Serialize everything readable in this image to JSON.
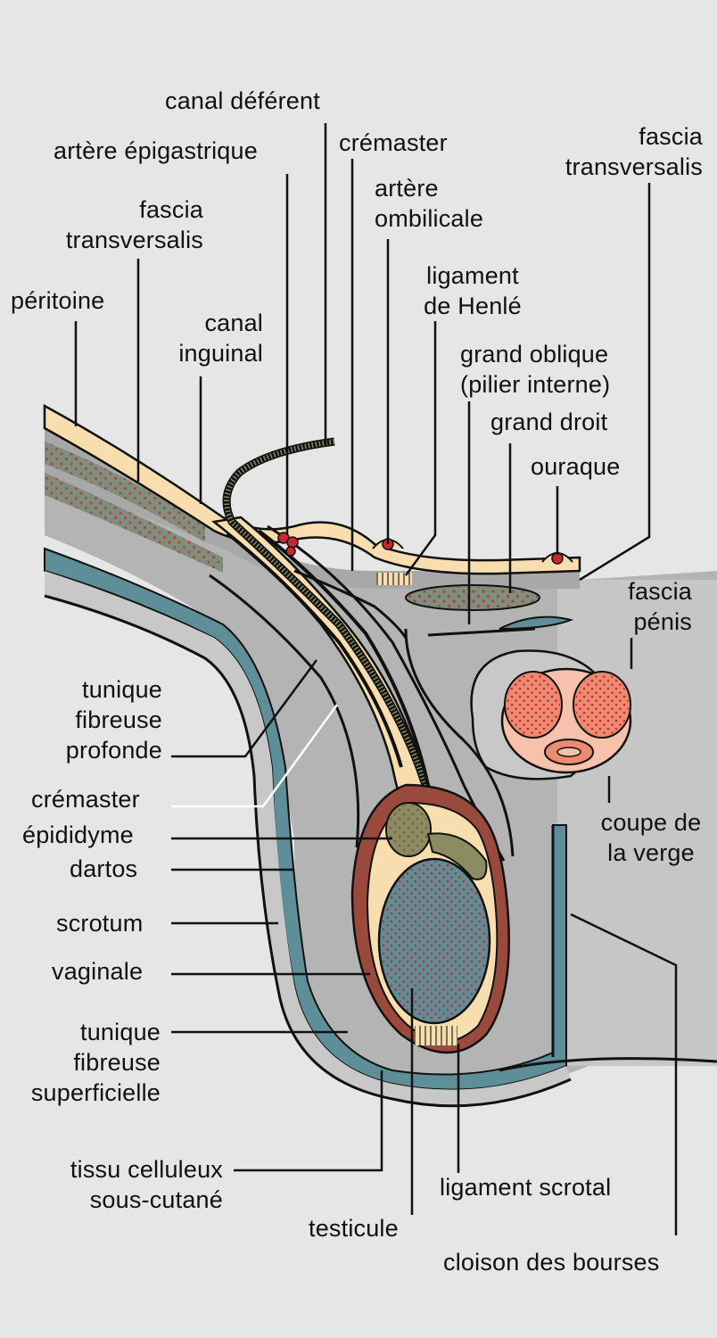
{
  "labels": {
    "canal_deferent": "canal déférent",
    "artere_epigastrique": "artère épigastrique",
    "cremaster_top": "crémaster",
    "fascia_transversalis_left": [
      "fascia",
      "transversalis"
    ],
    "fascia_transversalis_right": [
      "fascia",
      "transversalis"
    ],
    "artere_ombilicale": [
      "artère",
      "ombilicale"
    ],
    "ligament_henle": [
      "ligament",
      "de Henlé"
    ],
    "peritoine": "péritoine",
    "canal_inguinal": [
      "canal",
      "inguinal"
    ],
    "grand_oblique": [
      "grand  oblique",
      "(pilier interne)"
    ],
    "grand_droit": "grand  droit",
    "ouraque": "ouraque",
    "fascia_penis": [
      "fascia",
      "pénis"
    ],
    "tunique_fibreuse_profonde": [
      "tunique",
      "fibreuse",
      "profonde"
    ],
    "cremaster_left": "crémaster",
    "epididyme": "épididyme",
    "dartos": "dartos",
    "coupe_verge": [
      "coupe de",
      "la verge"
    ],
    "scrotum": "scrotum",
    "vaginale": "vaginale",
    "tunique_fibreuse_superficielle": [
      "tunique",
      "fibreuse",
      "superficielle"
    ],
    "tissu_celluleux": [
      "tissu celluleux",
      "sous-cutané"
    ],
    "ligament_scrotal": "ligament scrotal",
    "testicule": "testicule",
    "cloison_bourses": "cloison des bourses"
  },
  "colors": {
    "background": "#e6e6e6",
    "tissue_grey": "#b4b4b4",
    "tissue_light": "#c8c8c8",
    "cream": "#f8deae",
    "teal": "#5e8f98",
    "olive": "#8c8c62",
    "brown": "#9a4a3c",
    "salmon": "#ec8a72",
    "pink": "#f7c2ac",
    "red_dot": "#c8282e",
    "outline": "#111111"
  }
}
